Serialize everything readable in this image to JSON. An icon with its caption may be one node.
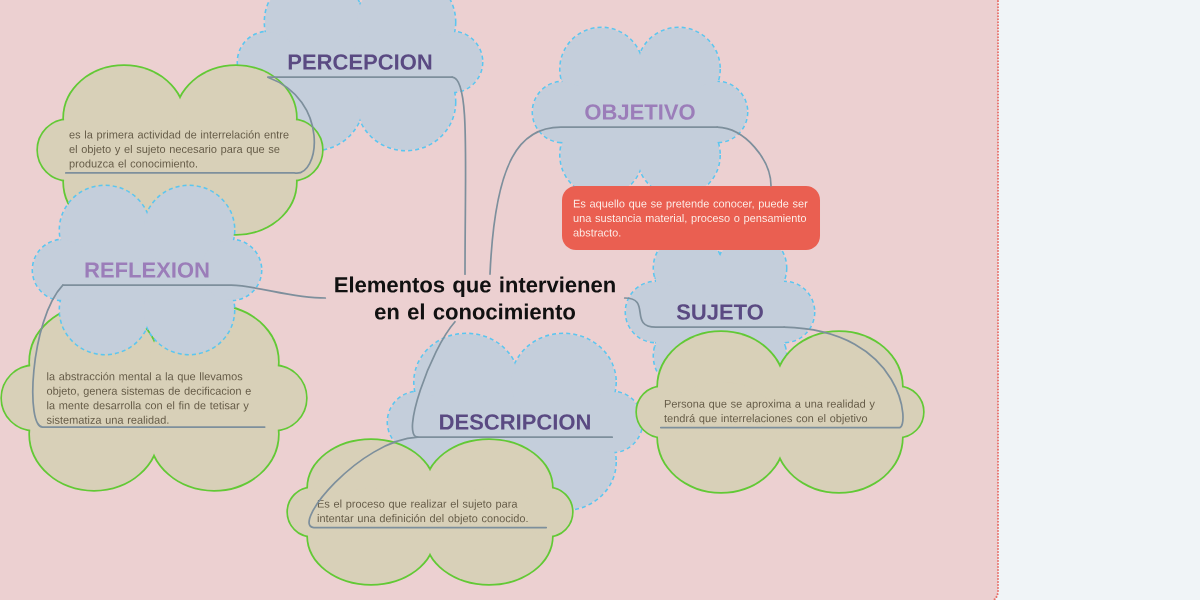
{
  "diagram": {
    "nodes": [
      {
        "text": [
          "Elementos que intervienen en el conocimiento"
        ]
      },
      {
        "text": [
          "PERCEPCION"
        ]
      },
      {
        "text": [
          "es la primera actividad de interrelación entre el objeto y el sujeto necesario para que se produzca el conocimiento."
        ]
      },
      {
        "text": [
          "OBJETIVO"
        ]
      },
      {
        "text": [
          "Es aquello que se pretende conocer, puede ser una sustancia material, proceso o pensamiento abstracto."
        ]
      },
      {
        "text": [
          "REFLEXION"
        ]
      },
      {
        "text": [
          "la abstracción mental a la que llevamos objeto, genera sistemas de decificacion e la mente desarrolla con el fin de tetisar y sistematiza una realidad."
        ]
      },
      {
        "text": [
          "SUJETO"
        ]
      },
      {
        "text": [
          "Persona que se aproxima a una realidad y tendrá que interrelaciones con el objetivo"
        ]
      },
      {
        "text": [
          "DESCRIPCION"
        ]
      },
      {
        "text": [
          "Es el proceso que realizar el sujeto para intentar una definición del objeto conocido."
        ]
      }
    ],
    "edges": [
      {
        "from": 0,
        "to": 1,
        "arrow": "none"
      },
      {
        "from": 1,
        "to": 2,
        "arrow": "none"
      },
      {
        "from": 0,
        "to": 3,
        "arrow": "none"
      },
      {
        "from": 3,
        "to": 4,
        "arrow": "none"
      },
      {
        "from": 0,
        "to": 5,
        "arrow": "none"
      },
      {
        "from": 5,
        "to": 6,
        "arrow": "none"
      },
      {
        "from": 0,
        "to": 7,
        "arrow": "none"
      },
      {
        "from": 7,
        "to": 8,
        "arrow": "none"
      },
      {
        "from": 0,
        "to": 9,
        "arrow": "none"
      },
      {
        "from": 9,
        "to": 10,
        "arrow": "none"
      }
    ]
  }
}
